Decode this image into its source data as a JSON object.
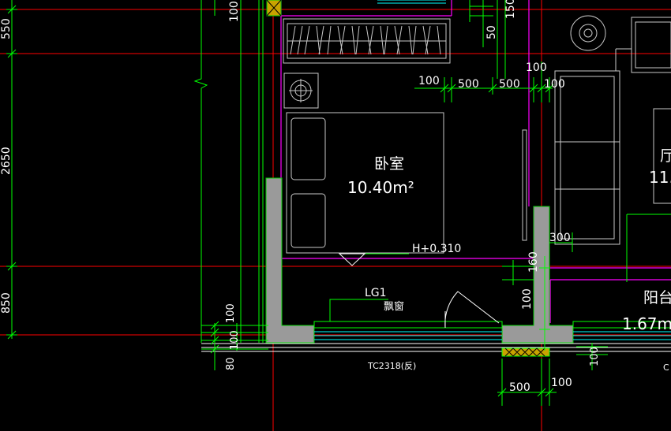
{
  "rooms": {
    "bedroom": {
      "name": "卧室",
      "area": "10.40m²"
    },
    "balcony": {
      "name": "阳台",
      "area": "1.67m"
    },
    "partial_right": {
      "name": "厅",
      "area": "11."
    }
  },
  "labels": {
    "elevation": "H+0.310",
    "window_code": "LG1",
    "window_type": "飘窗",
    "window_tag": "TC2318(反)",
    "cut_right": "C"
  },
  "dimensions": {
    "left_550": "550",
    "left_2650": "2650",
    "left_850": "850",
    "top_100": "100",
    "top_50": "50",
    "top_150": "150",
    "mid_100a": "100",
    "mid_100b": "100",
    "mid_500a": "500",
    "mid_500b": "500",
    "mid_100c": "100",
    "right_300": "300",
    "right_160": "160",
    "right_100": "100",
    "stack_100a": "100",
    "stack_100b": "100",
    "stack_80": "80",
    "bottom_500": "500",
    "bottom_100": "100"
  },
  "colors": {
    "background": "#000000",
    "axis_line": "#ff0000",
    "dim_line": "#00ff00",
    "furniture": "#ff00ff",
    "wall_fill": "#9a9a9a",
    "wall_hatch": "#00cc00",
    "window_line": "#00ffff",
    "text": "#ffffff",
    "fixture": "#c8c8c8"
  }
}
